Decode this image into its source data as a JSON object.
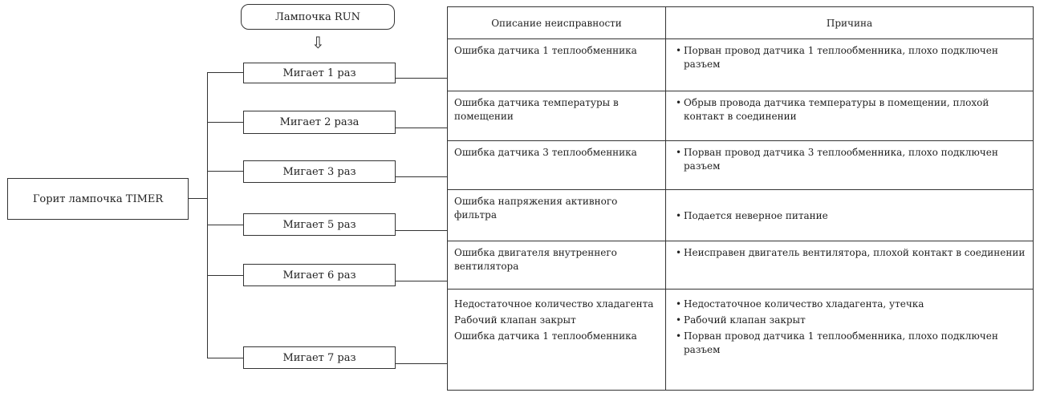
{
  "diagram": {
    "run_lamp": "Лампочка RUN",
    "timer_lamp": "Горит лампочка TIMER",
    "arrow_glyph": "⇩",
    "blinks": [
      "Мигает 1 раз",
      "Мигает 2 раза",
      "Мигает 3 раз",
      "Мигает 5 раз",
      "Мигает 6 раз",
      "Мигает 7 раз"
    ]
  },
  "table": {
    "headers": {
      "description": "Описание неисправности",
      "cause": "Причина"
    },
    "rows": [
      {
        "description": [
          "Ошибка датчика 1 теплообменника"
        ],
        "causes": [
          "Порван провод датчика 1 теплообменника, плохо подключен разъем"
        ]
      },
      {
        "description": [
          "Ошибка датчика температуры в помещении"
        ],
        "causes": [
          "Обрыв провода датчика температуры в помещении, плохой контакт в соединении"
        ]
      },
      {
        "description": [
          "Ошибка датчика 3 теплообменника"
        ],
        "causes": [
          "Порван провод датчика 3 теплообменника, плохо подключен разъем"
        ]
      },
      {
        "description": [
          "Ошибка напряжения активного фильтра"
        ],
        "causes": [
          "Подается неверное питание"
        ]
      },
      {
        "description": [
          "Ошибка двигателя внутреннего вентилятора"
        ],
        "causes": [
          "Неисправен двигатель вентилятора, плохой контакт в соединении"
        ]
      },
      {
        "description": [
          "Недостаточное количество хладагента",
          "Рабочий клапан закрыт",
          "Ошибка датчика 1 теплообменника"
        ],
        "causes": [
          "Недостаточное количество хладагента, утечка",
          "Рабочий клапан закрыт",
          "Порван провод датчика 1 теплообменника, плохо подключен разъем"
        ]
      }
    ]
  }
}
